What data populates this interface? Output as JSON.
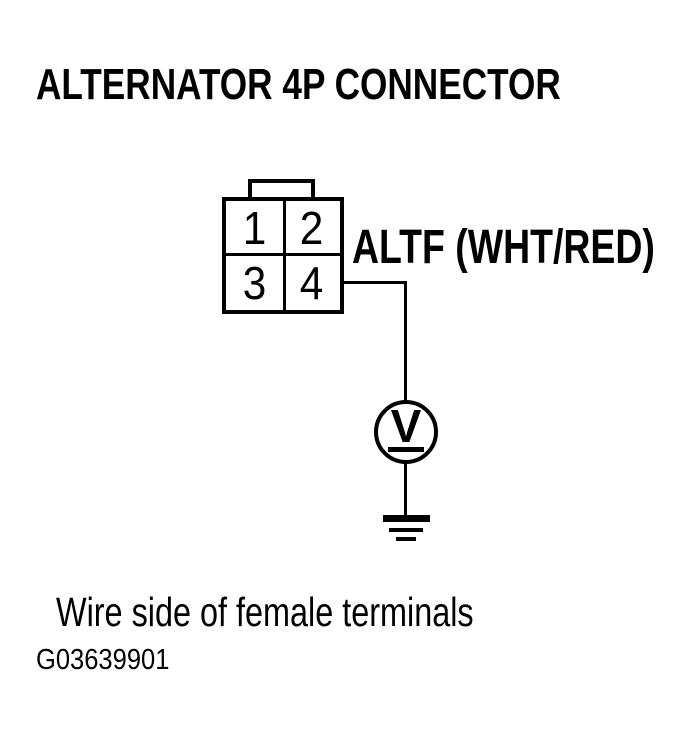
{
  "diagram": {
    "title": "ALTERNATOR 4P CONNECTOR",
    "connector": {
      "name": "alternator-4p-connector",
      "pins": [
        "1",
        "2",
        "3",
        "4"
      ]
    },
    "wire_label": "ALTF (WHT/RED)",
    "meter_symbol": "V",
    "caption": "Wire side of female terminals",
    "figure_id": "G03639901",
    "colors": {
      "line": "#000000",
      "background": "#ffffff"
    }
  }
}
